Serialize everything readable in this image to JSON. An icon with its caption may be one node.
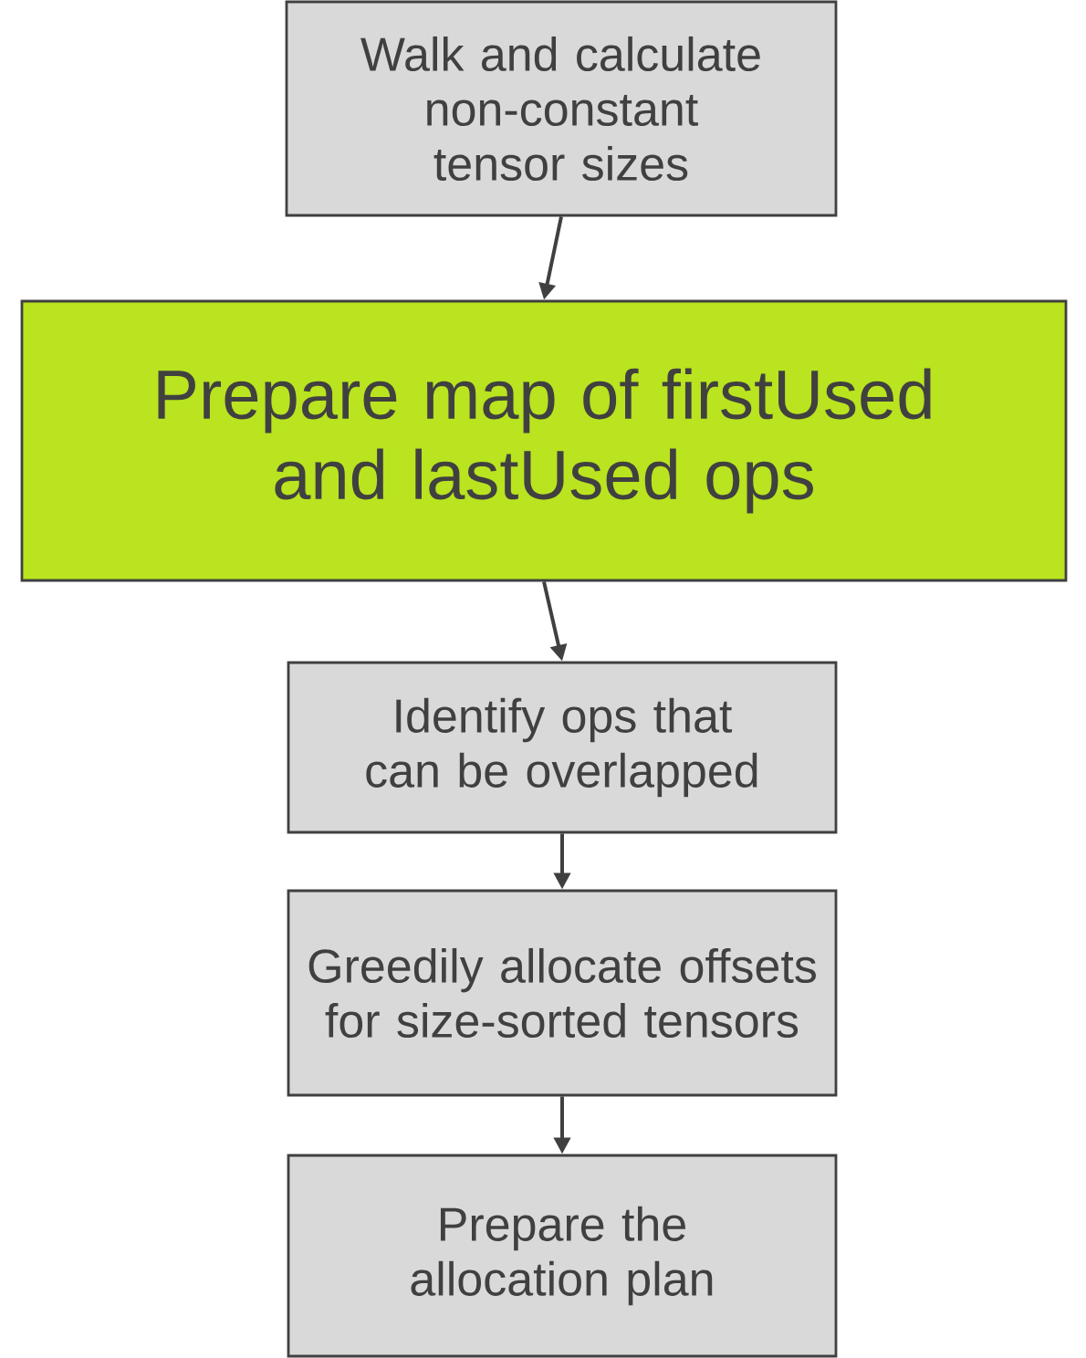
{
  "diagram": {
    "nodes": [
      {
        "text": [
          "Walk and calculate non-constant tensor sizes"
        ]
      },
      {
        "text": [
          "Prepare map of firstUsed and lastUsed ops"
        ]
      },
      {
        "text": [
          "Identify ops that can be overlapped"
        ]
      },
      {
        "text": [
          "Greedily allocate offsets for size-sorted tensors"
        ]
      },
      {
        "text": [
          "Prepare the allocation plan"
        ]
      }
    ],
    "edges": [
      {
        "from": 0,
        "to": 1,
        "arrow": "to"
      },
      {
        "from": 1,
        "to": 2,
        "arrow": "to"
      },
      {
        "from": 2,
        "to": 3,
        "arrow": "to"
      },
      {
        "from": 3,
        "to": 4,
        "arrow": "to"
      }
    ]
  }
}
